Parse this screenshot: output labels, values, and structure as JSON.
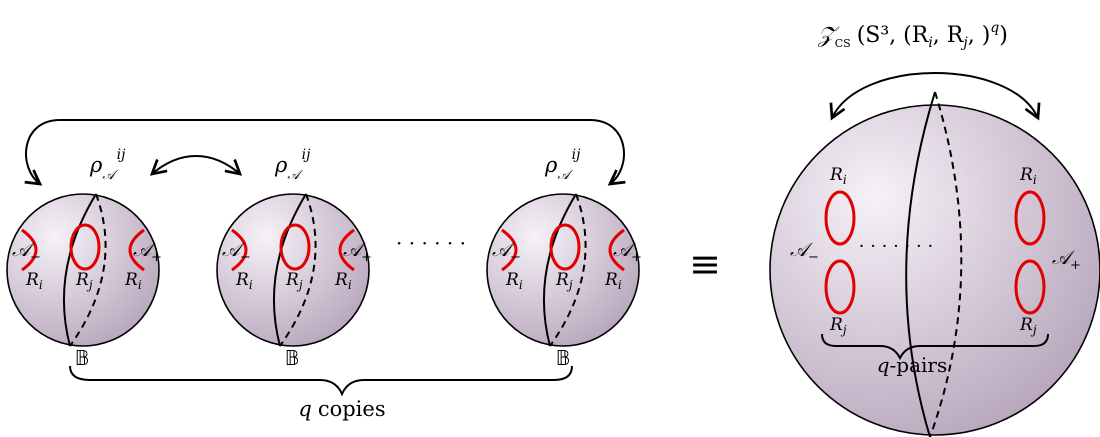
{
  "ball_labels": {
    "rho": "ρ",
    "rho_sub": "𝒜",
    "rho_sup": "ij",
    "a_minus": "𝒜",
    "a_minus_sub": "−",
    "a_plus": "𝒜",
    "a_plus_sub": "+",
    "r": "R",
    "r_i_sub": "i",
    "r_j_sub": "j",
    "ball_symbol": "𝔹"
  },
  "dots": "· · · · · ·",
  "copies_label": {
    "q": "q",
    "text": "copies"
  },
  "equiv": "≡",
  "big_sphere": {
    "z_letter": "𝒵",
    "z_sub": "CS",
    "z_args": "(S³, (R",
    "z_args_i": "i",
    "z_args_mid": ", R",
    "z_args_j": "j",
    "z_args_end": ", )",
    "z_sup": "q",
    "a_minus": "𝒜",
    "a_minus_sub": "−",
    "a_plus": "𝒜",
    "a_plus_sub": "+",
    "r": "R",
    "r_i_sub": "i",
    "r_j_sub": "j",
    "dots": "· · · · · · ·",
    "pairs_q": "q",
    "pairs_text": "-pairs"
  },
  "colors": {
    "sphere_center": "#f6f1f7",
    "sphere_edge": "#b9a8bd",
    "ring": "#e00000",
    "ink": "#000000"
  }
}
